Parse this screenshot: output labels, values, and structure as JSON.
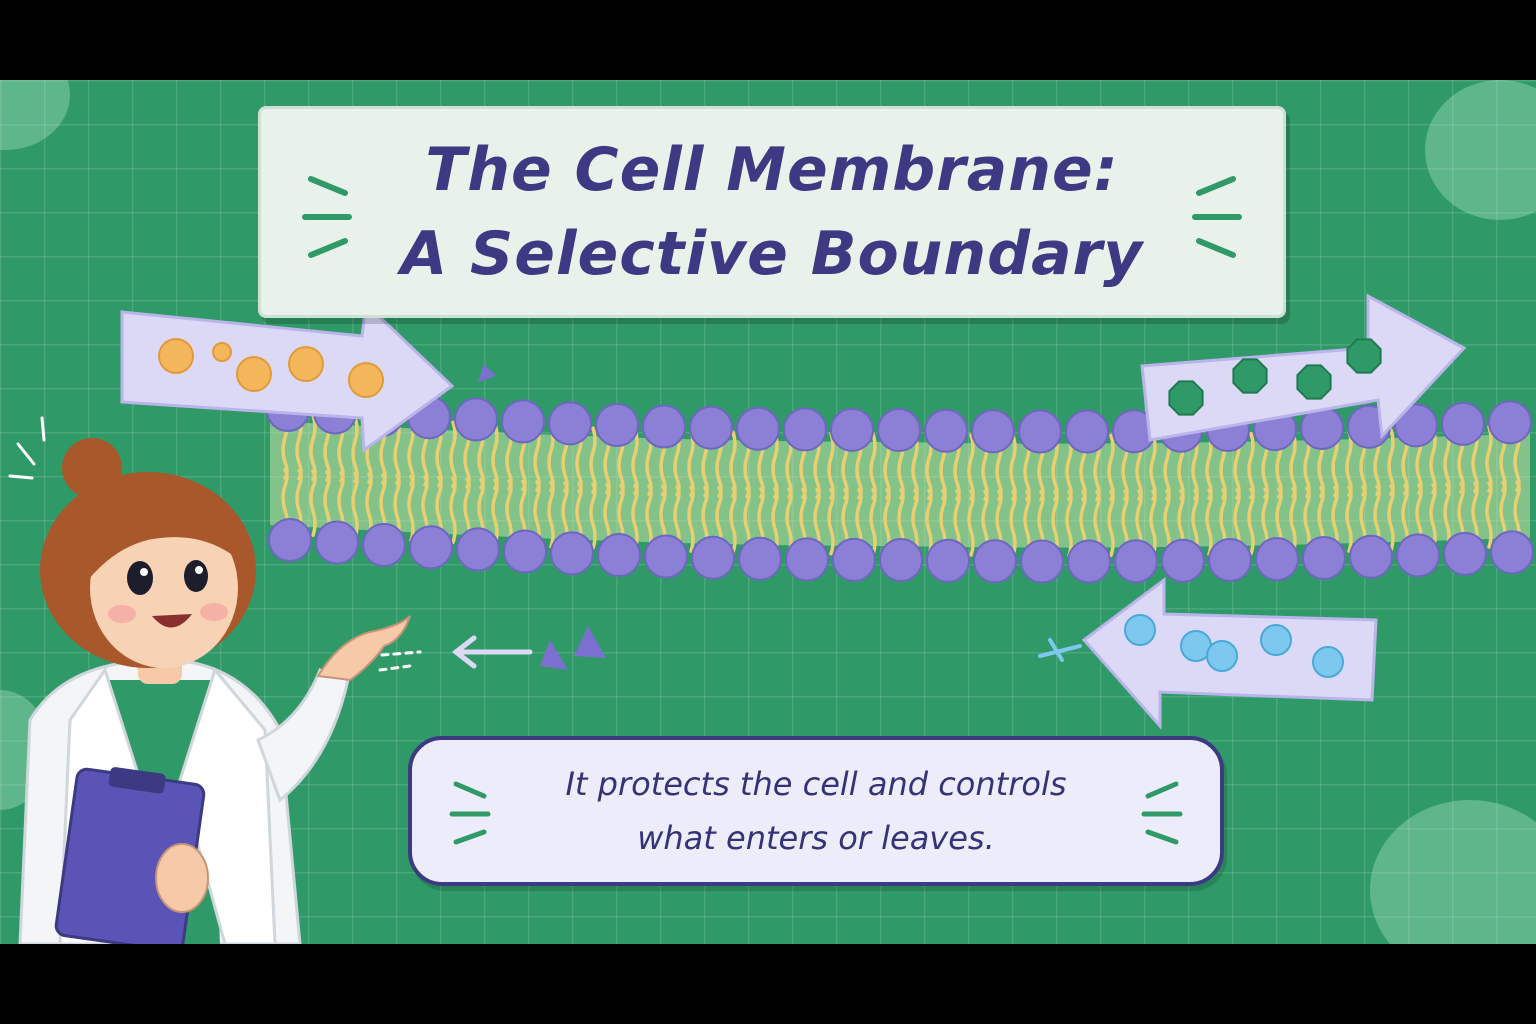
{
  "title": {
    "line1": "The Cell Membrane:",
    "line2": "A Selective Boundary"
  },
  "caption": {
    "line1": "It protects the cell and controls",
    "line2": "what enters or leaves."
  },
  "colors": {
    "background": "#2f9a68",
    "title_text": "#3b3a82",
    "phospholipid_head": "#8b80d6",
    "lipid_tail": "#e8cf72",
    "arrow_fill": "#dcd9f7",
    "orange_particle": "#f4b65a",
    "green_particle": "#2f9a68",
    "blue_particle": "#7cc8ee",
    "purple_particle": "#7b6fd0"
  },
  "icons": [
    "sparkle-icon",
    "clipboard-icon"
  ]
}
